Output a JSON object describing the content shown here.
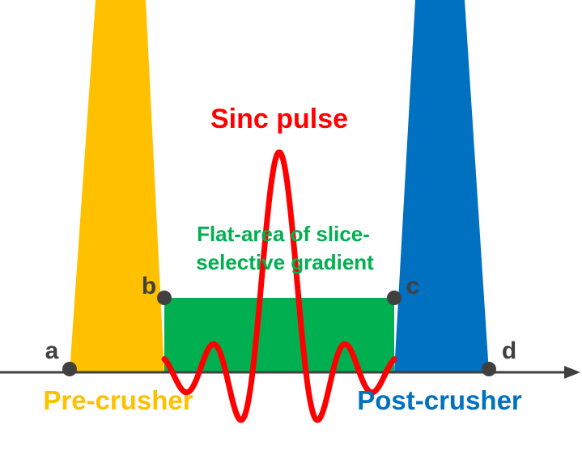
{
  "labels": {
    "sinc_pulse": "Sinc pulse",
    "flat_area_line1": "Flat-area of slice-",
    "flat_area_line2": "selective gradient",
    "pre_crusher": "Pre-crusher",
    "post_crusher": "Post-crusher",
    "point_a": "a",
    "point_b": "b",
    "point_c": "c",
    "point_d": "d"
  },
  "colors": {
    "pre_crusher": "#FFC000",
    "post_crusher": "#0070C0",
    "gradient_plateau": "#00B050",
    "sinc": "#FF0000",
    "axis": "#404040",
    "point": "#404040"
  }
}
